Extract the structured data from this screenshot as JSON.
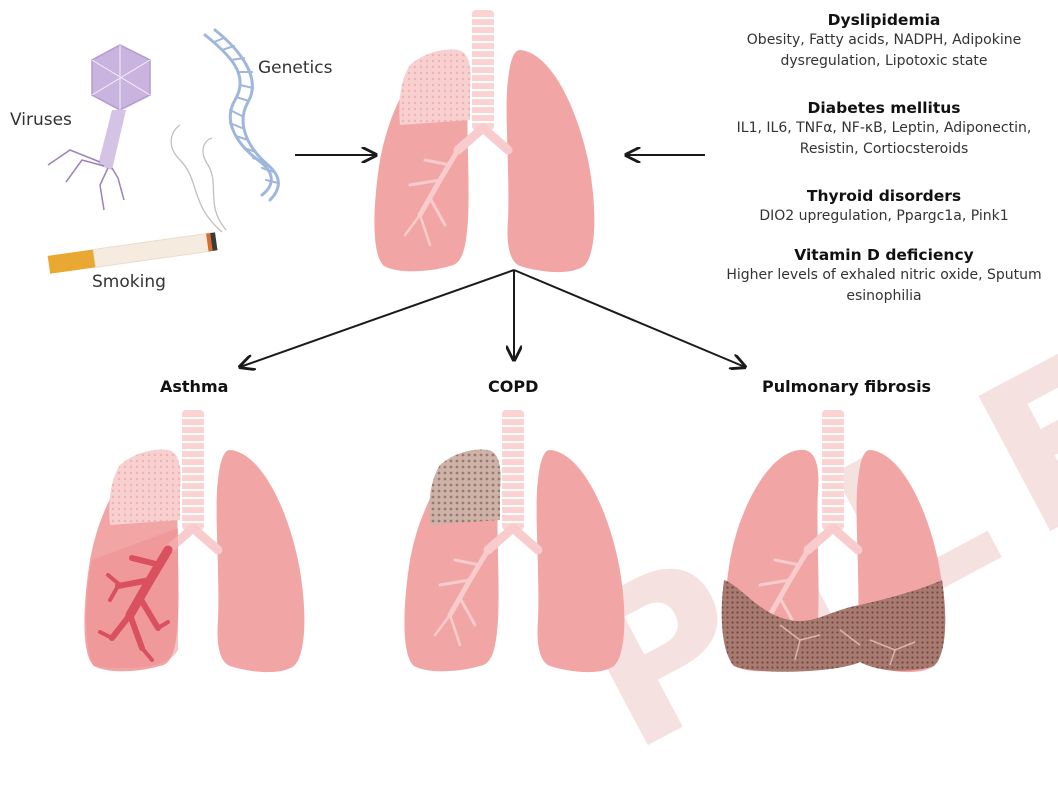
{
  "causes": {
    "viruses": "Viruses",
    "genetics": "Genetics",
    "smoking": "Smoking"
  },
  "factors": [
    {
      "title": "Dyslipidemia",
      "desc": "Obesity, Fatty acids, NADPH, Adipokine dysregulation, Lipotoxic state"
    },
    {
      "title": "Diabetes mellitus",
      "desc": "IL1, IL6, TNFα, NF-κB, Leptin, Adiponectin, Resistin, Cortiocsteroids"
    },
    {
      "title": "Thyroid disorders",
      "desc": "DIO2 upregulation, Ppargc1a, Pink1"
    },
    {
      "title": "Vitamin D deficiency",
      "desc": "Higher levels of exhaled nitric oxide, Sputum esinophilia"
    }
  ],
  "outcomes": {
    "asthma": "Asthma",
    "copd": "COPD",
    "fibrosis": "Pulmonary fibrosis"
  },
  "watermark": "PILE",
  "colors": {
    "lung": "#f2a5a5",
    "lung_dark": "#e48e8e",
    "bronchi": "#f8cccc",
    "trachea": "#fbd3d3",
    "trachea_ring": "#ffffff",
    "arrow": "#1a1a1a",
    "virus": "#c9b3df",
    "dna": "#9fb7dd",
    "cigarette_filter": "#e8a832",
    "copd_patch": "#b8a095",
    "fibrosis_patch": "#9c6b62"
  }
}
